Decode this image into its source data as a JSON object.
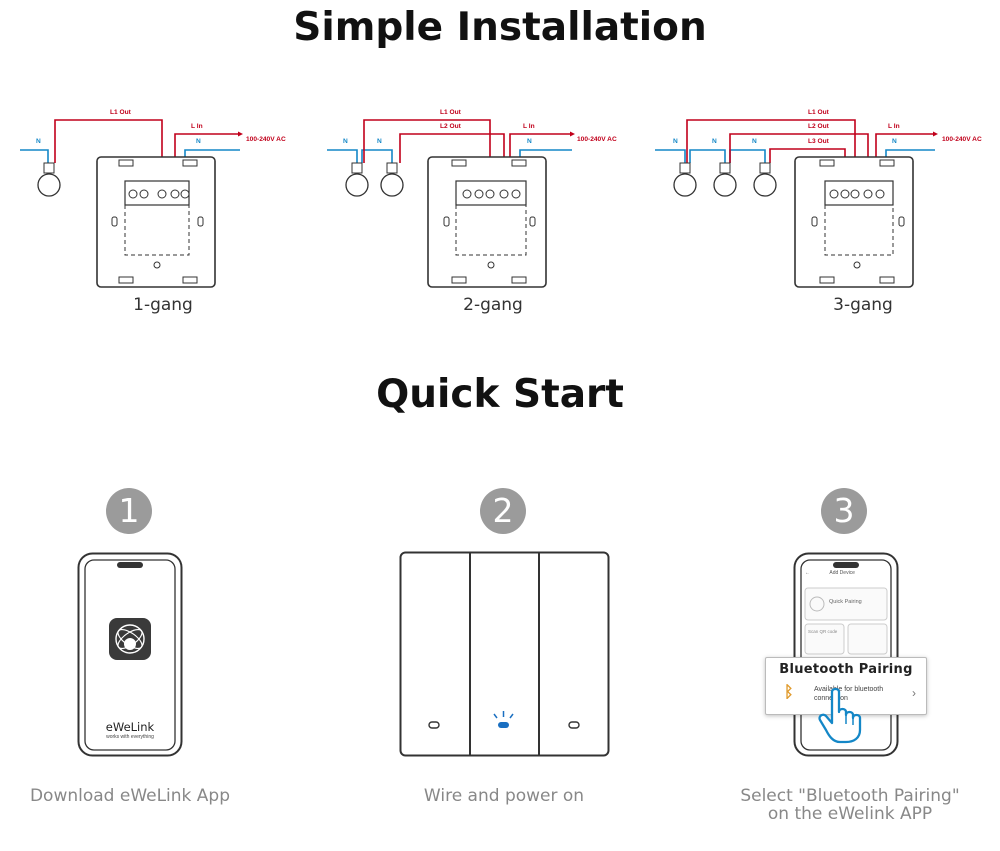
{
  "installation": {
    "title": "Simple Installation",
    "gangs": [
      {
        "caption": "1-gang",
        "labels": {
          "l1_out": "L1 Out",
          "l_in": "L In",
          "n": "N",
          "ac": "100-240V AC"
        }
      },
      {
        "caption": "2-gang",
        "labels": {
          "l1_out": "L1 Out",
          "l2_out": "L2 Out",
          "l_in": "L In",
          "n": "N",
          "ac": "100-240V AC"
        }
      },
      {
        "caption": "3-gang",
        "labels": {
          "l1_out": "L1 Out",
          "l2_out": "L2 Out",
          "l3_out": "L3 Out",
          "l_in": "L In",
          "n": "N",
          "ac": "100-240V AC"
        }
      }
    ]
  },
  "quick_start": {
    "title": "Quick Start",
    "steps": [
      {
        "number": "1",
        "caption": "Download eWeLink App",
        "app_name": "eWeLink",
        "app_tagline": "works with everything"
      },
      {
        "number": "2",
        "caption": "Wire and power on"
      },
      {
        "number": "3",
        "caption_line1": "Select \"Bluetooth Pairing\"",
        "caption_line2": "on the eWelink APP",
        "phone": {
          "header": "Add Device",
          "quick_pairing": "Quick Pairing",
          "scan_qr": "Scan QR code",
          "bluetooth_popup_title": "Bluetooth Pairing",
          "bluetooth_popup_desc_line1": "Available for bluetooth",
          "bluetooth_popup_desc_line2": "connection"
        }
      }
    ]
  },
  "colors": {
    "live": "#c1001b",
    "neutral": "#1487c7",
    "badge": "#9b9b9b",
    "led": "#1a6fc1",
    "bt_icon": "#e09a2b"
  }
}
